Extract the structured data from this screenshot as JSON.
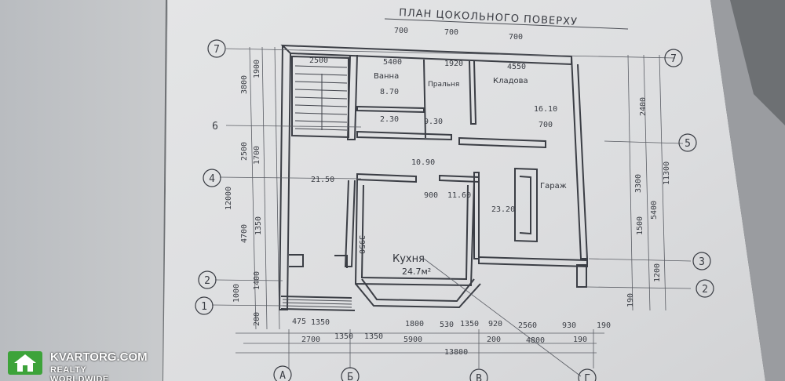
{
  "sheet": {
    "title": "ПЛАН ЦОКОЛЬНОГО ПОВЕРХУ"
  },
  "axes": {
    "a7_left": "7",
    "a7_right": "7",
    "a6": "6",
    "a5": "5",
    "a4": "4",
    "a3": "3",
    "a2_left": "2",
    "a2_right": "2",
    "a1": "1",
    "aA": "А",
    "aB": "Б",
    "aV": "В",
    "aG": "Г"
  },
  "rooms": {
    "bath": "Ванна",
    "pantry_small": "Пральня",
    "storage": "Кладова",
    "garage": "Гараж",
    "kitchen": "Кухня",
    "kitchen_area": "24.7м²"
  },
  "areas": {
    "a870": "8.70",
    "a230": "2.30",
    "a930": "9.30",
    "a1610": "16.10",
    "a1090": "10.90",
    "a2150": "21.50",
    "a2320": "23.20",
    "a1160": "11.60"
  },
  "dims_top": {
    "d700a": "700",
    "d700b": "700",
    "d700c": "700",
    "d2500": "2500",
    "d5400": "5400",
    "d1920": "1920",
    "d4550": "4550"
  },
  "dims_bottom": {
    "b1": "475",
    "b2": "1350",
    "b3": "1350",
    "b4": "1800",
    "b5": "530",
    "b6": "1350",
    "b7": "920",
    "b8": "2560",
    "b9": "930",
    "b10": "190",
    "c1": "2700",
    "c2": "1350",
    "c3": "5900",
    "c4": "200",
    "c5": "4800",
    "c6": "190",
    "total": "13800"
  },
  "dims_left": {
    "l1": "1900",
    "l2": "3800",
    "l3": "2500",
    "l4": "1700",
    "l5": "12000",
    "l6": "4700",
    "l7": "1350",
    "l8": "1400",
    "l9": "1000",
    "l10": "200"
  },
  "dims_right": {
    "r1": "2400",
    "r2": "11300",
    "r3": "3300",
    "r4": "5400",
    "r5": "1500",
    "r6": "1200",
    "r7": "190"
  },
  "misc": {
    "h3950": "3950",
    "w900": "900",
    "w700": "700"
  },
  "watermark": {
    "name": "KVARTORG.COM",
    "tagline": "REALTY WORLDWIDE"
  }
}
